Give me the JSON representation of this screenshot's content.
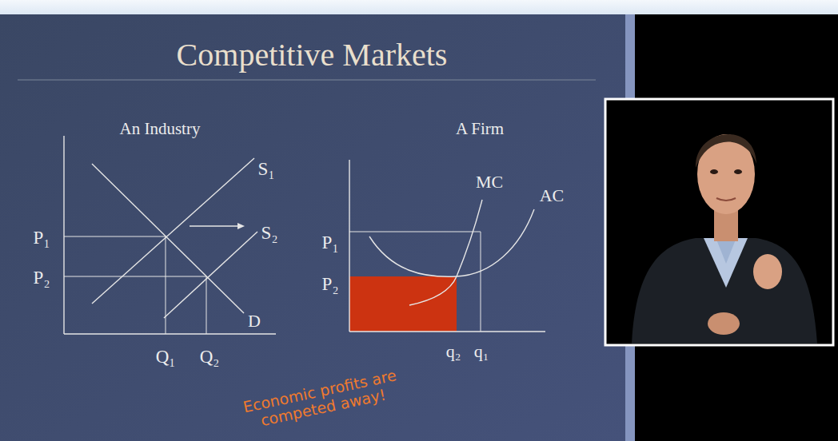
{
  "diagram": {
    "title": "Competitive Markets",
    "labels": [
      "An Industry",
      "A Firm",
      "S₁",
      "S₂",
      "P₁",
      "P₂",
      "D",
      "Q₁",
      "Q₂",
      "MC",
      "AC",
      "P₁",
      "P₂",
      "q₂",
      "q₁",
      "Economic profits are competed away!"
    ]
  }
}
